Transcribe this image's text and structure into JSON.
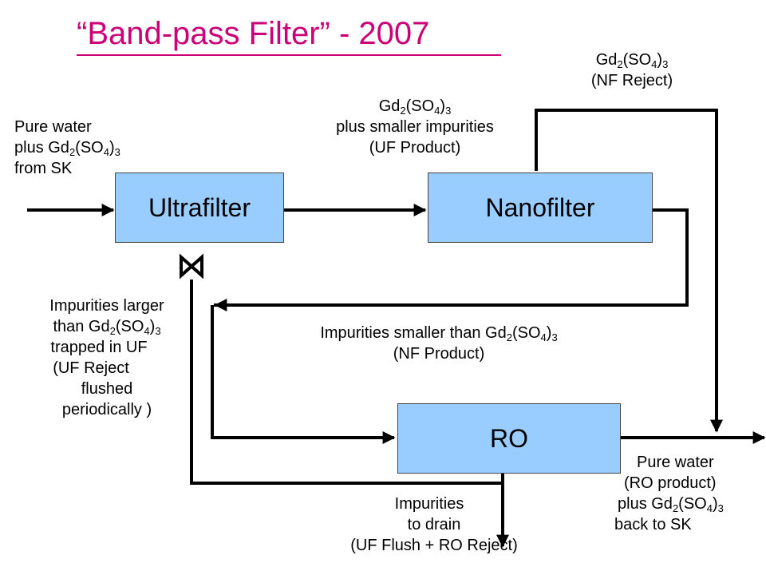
{
  "title": "“Band-pass Filter” - 2007",
  "boxes": {
    "ultrafilter": "Ultrafilter",
    "nanofilter": "Nanofilter",
    "ro": "RO"
  },
  "labels": {
    "feed": {
      "line1": "Pure water",
      "line2_prefix": "plus Gd",
      "line3": "from SK"
    },
    "uf_product": {
      "line1_prefix": "Gd",
      "line2": "plus smaller impurities",
      "line3": "(UF Product)"
    },
    "nf_reject": {
      "line1_prefix": "Gd",
      "line2": "(NF Reject)"
    },
    "uf_reject": {
      "line1": "Impurities larger",
      "line2_prefix": "than Gd",
      "line3": "trapped in UF",
      "line4": "(UF Reject",
      "line5": "flushed",
      "line6": "periodically )"
    },
    "nf_product": {
      "line1_prefix": "Impurities smaller than Gd",
      "line2": "(NF Product)"
    },
    "ro_product": {
      "line1": "Pure water",
      "line2": "(RO product)",
      "line3_prefix": "plus Gd",
      "line4": "back to SK"
    },
    "drain": {
      "line1": "Impurities",
      "line2": "to drain",
      "line3": "(UF Flush + RO Reject)"
    }
  },
  "formula": {
    "sub_gd": "2",
    "paren_open": "(SO",
    "sub_so": "4",
    "paren_close": ")",
    "sub_out": "3"
  },
  "colors": {
    "title": "#cc0077",
    "box_fill": "#99ccff",
    "line": "#000000"
  }
}
